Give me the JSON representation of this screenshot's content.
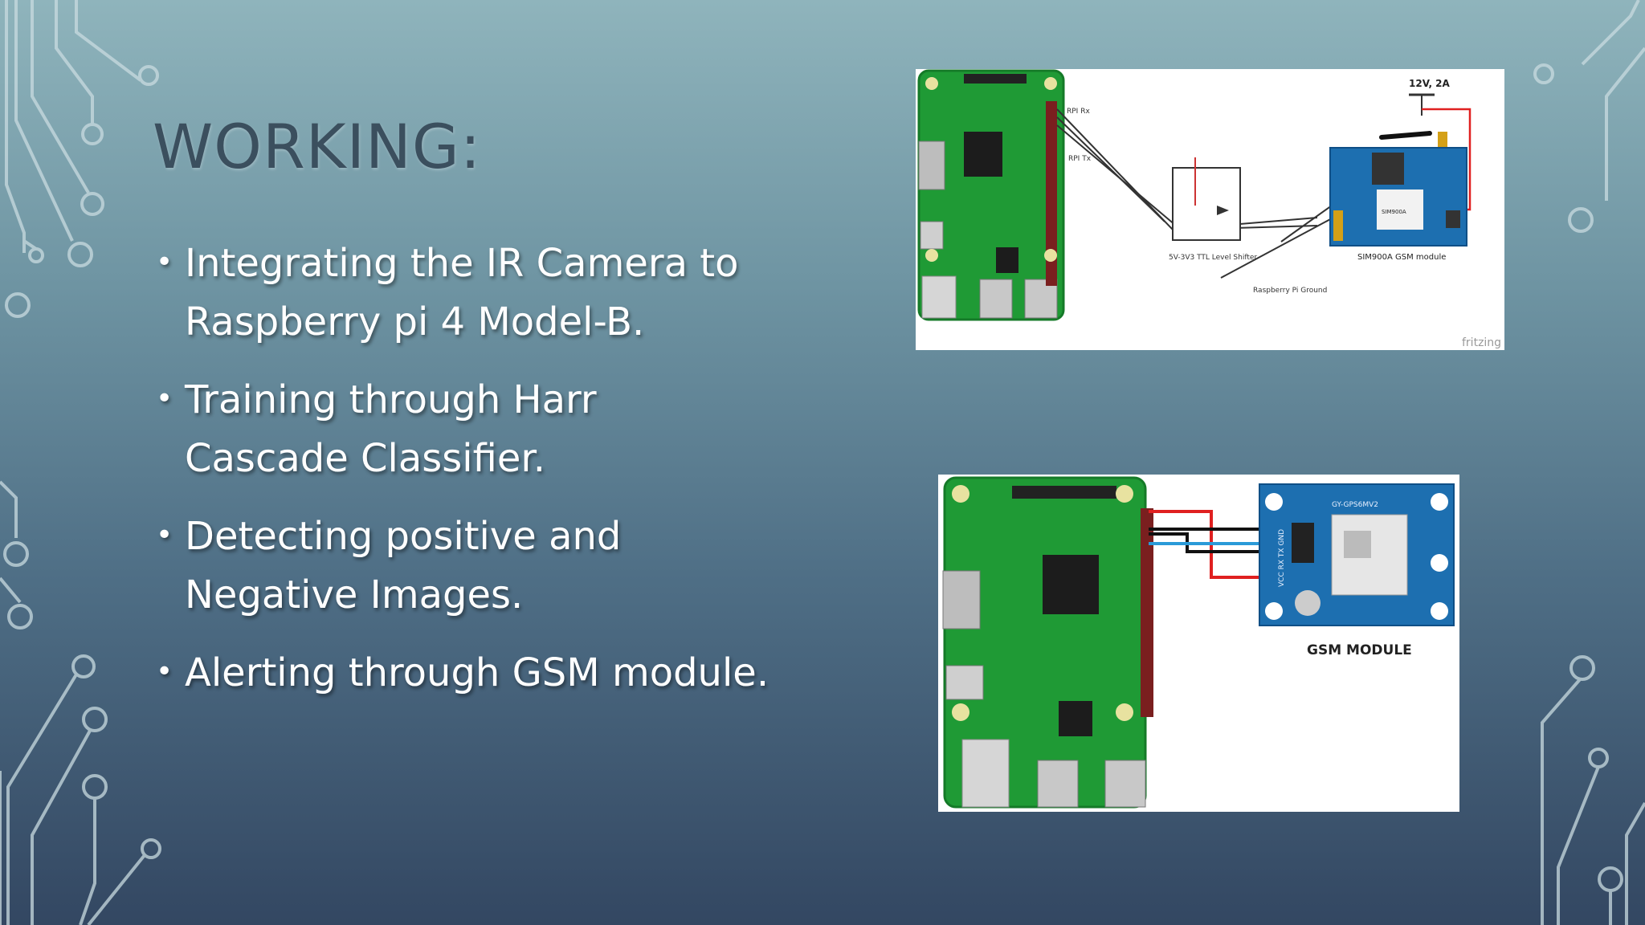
{
  "slide": {
    "title": "WORKING:",
    "bullets": [
      {
        "line1": "Integrating the IR Camera to",
        "line2": "Raspberry pi 4 Model-B."
      },
      {
        "line1": "Training through Harr",
        "line2": "Cascade Classifier."
      },
      {
        "line1": "Detecting positive and",
        "line2": "Negative Images."
      },
      {
        "line1": "Alerting through GSM module.",
        "line2": ""
      }
    ]
  },
  "diagram_top": {
    "power_label": "12V, 2A",
    "rpi_rx": "RPI Rx",
    "rpi_tx": "RPI Tx",
    "shifter_label": "5V-3V3 TTL Level Shifter",
    "ground_label": "Raspberry Pi Ground",
    "gsm_label": "SIM900A GSM module",
    "gsm_chip": "SIM900A",
    "watermark": "fritzing"
  },
  "diagram_bottom": {
    "module_label": "GSM MODULE",
    "module_board": "GY-GPS6MV2",
    "pins": "VCC RX TX GND"
  },
  "colors": {
    "pcb_green": "#1f9a35",
    "module_blue": "#1d6fb0",
    "wire_red": "#e02020",
    "wire_blue": "#2a9ad8"
  }
}
